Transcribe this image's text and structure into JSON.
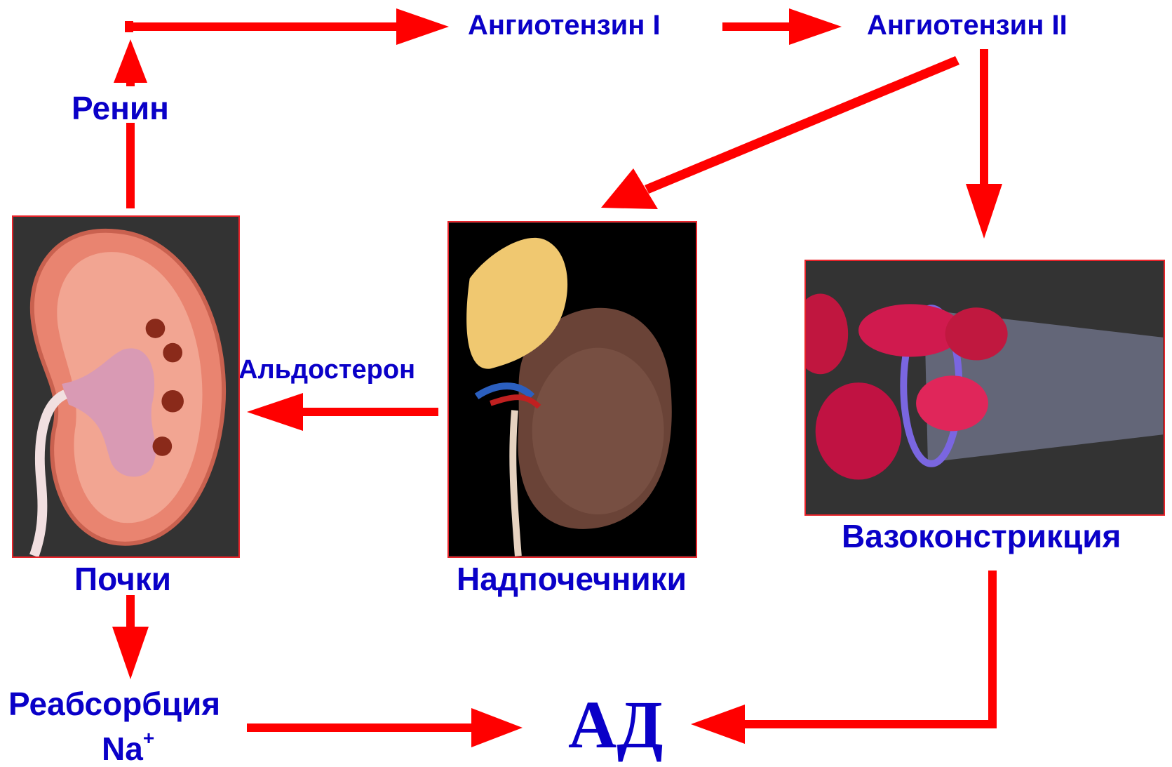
{
  "labels": {
    "angiotensin1": "Ангиотензин I",
    "angiotensin2": "Ангиотензин II",
    "renin": "Ренин",
    "aldosterone": "Альдостерон",
    "kidneys": "Почки",
    "adrenals": "Надпочечники",
    "vasoconstriction": "Вазоконстрикция",
    "reabsorption": "Реабсорбция",
    "sodium": "Na",
    "sodium_charge": "+",
    "bp": "АД"
  },
  "colors": {
    "arrow": "#ff0000",
    "text": "#0a00c8",
    "panel_border": "#e8242a",
    "panel_bg": "#333333"
  },
  "images": {
    "kidney": "kidney-cross-section",
    "adrenal": "adrenal-gland-on-kidney",
    "vessel": "blood-vessel-with-red-blood-cells"
  }
}
